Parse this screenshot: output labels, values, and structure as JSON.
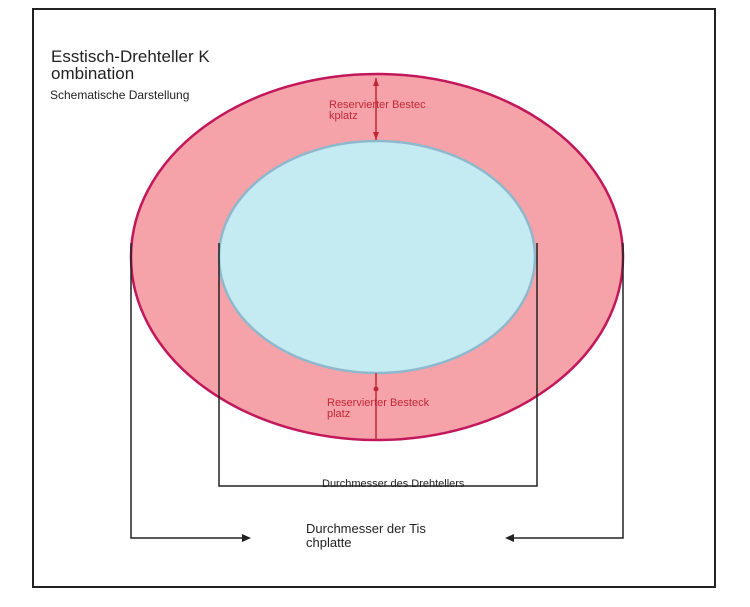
{
  "title": "Esstisch-Drehteller Kombination",
  "subtitle": "Schematische Darstellung",
  "labels": {
    "reserved_top": "Reservierter Besteckplatz",
    "reserved_bottom": "Reservierter Besteckplatz",
    "turntable_diameter": "Durchmesser des Drehtellers",
    "tabletop_diameter": "Durchmesser der Tischplatte"
  },
  "colors": {
    "table_fill": "#f5a3a8",
    "table_stroke": "#c2185b",
    "turntable_fill": "#c4eaf2",
    "turntable_stroke": "#8fb8cc",
    "dimension_line": "#222222",
    "reserved_marker": "#c0283a"
  }
}
